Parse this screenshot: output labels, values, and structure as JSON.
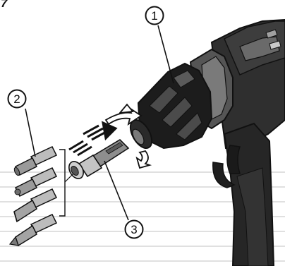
{
  "figure": {
    "number": "7"
  },
  "callouts": [
    {
      "label": "1",
      "part": "drill-chuck-quick-change"
    },
    {
      "label": "2",
      "part": "screwdriver-bits"
    },
    {
      "label": "3",
      "part": "universal-bit-holder"
    }
  ],
  "colors": {
    "line": "#111111",
    "tool_body": "#2b2b2b",
    "tool_dark": "#161616",
    "tool_mid": "#4a4a4a",
    "tool_light": "#8a8a8a",
    "metal": "#bdbdbd",
    "metal_dark": "#6e6e6e",
    "guide_lines": "#d6d6d6"
  }
}
